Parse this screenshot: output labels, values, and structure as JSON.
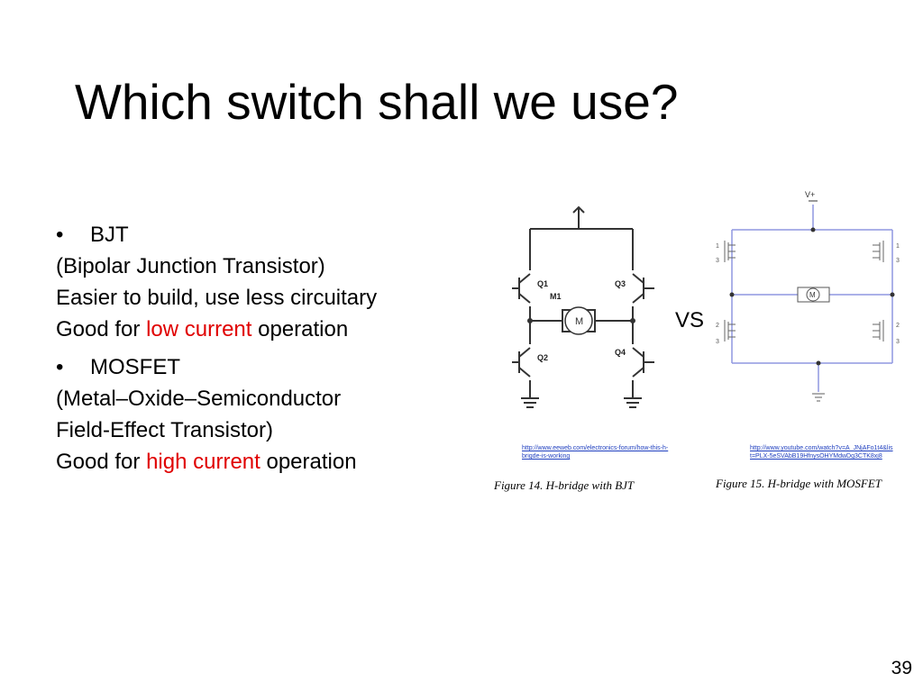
{
  "slide": {
    "title": "Which switch shall we use?",
    "page_number": "39"
  },
  "bullets": [
    {
      "heading": "BJT",
      "lines": [
        "(Bipolar Junction Transistor)",
        "Easier to build, use less circuitary"
      ],
      "last_prefix": "Good for ",
      "last_highlight": "low current",
      "last_suffix": " operation"
    },
    {
      "heading": "MOSFET",
      "lines": [
        "(Metal–Oxide–Semiconductor",
        "Field-Effect Transistor)"
      ],
      "last_prefix": "Good for ",
      "last_highlight": "high current",
      "last_suffix": " operation"
    }
  ],
  "comparison_word": "VS",
  "figure_bjt": {
    "caption": "Figure 14. H-bridge with BJT",
    "link": "http://www.eeweb.com/electronics-forum/how-this-h-brigde-is-working",
    "labels": {
      "q1": "Q1",
      "q2": "Q2",
      "q3": "Q3",
      "q4": "Q4",
      "m1": "M1",
      "motor": "M"
    }
  },
  "figure_mosfet": {
    "caption": "Figure 15. H-bridge with MOSFET",
    "link": "http://www.youtube.com/watch?v=A_JNjAFo1t4&list=PLX-5eSVAbB19HfnysOHYMdwDg3CTK8xj8",
    "labels": {
      "vplus": "V+",
      "motor": "M",
      "pin1": "1",
      "pin2": "2",
      "pin3": "3"
    }
  },
  "colors": {
    "highlight": "#e00000",
    "link": "#1f3fbf",
    "mosfet_wire": "#8f97e0"
  }
}
